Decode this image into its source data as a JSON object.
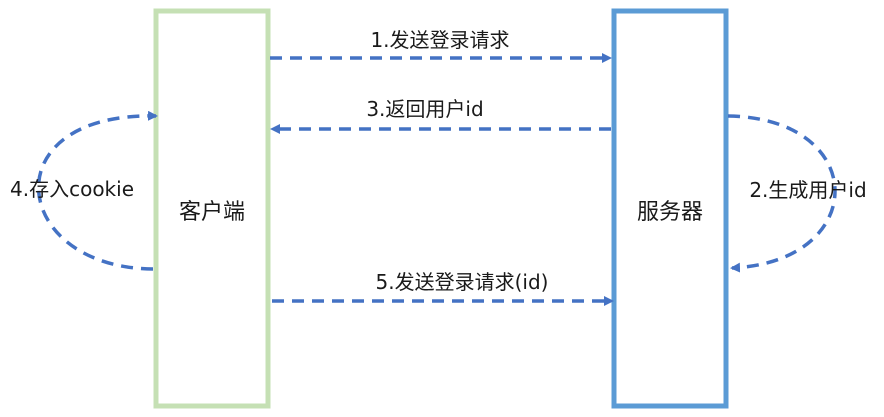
{
  "nodes": {
    "client": {
      "label": "客户端",
      "color": "#c5e0b4"
    },
    "server": {
      "label": "服务器",
      "color": "#5b9bd5"
    }
  },
  "arrows": {
    "send_login": "1.发送登录请求",
    "generate_id": "2.生成用户id",
    "return_id": "3.返回用户id",
    "store_cookie": "4.存入cookie",
    "send_login_id": "5.发送登录请求(id)"
  },
  "colors": {
    "arrow": "#4472c4"
  }
}
